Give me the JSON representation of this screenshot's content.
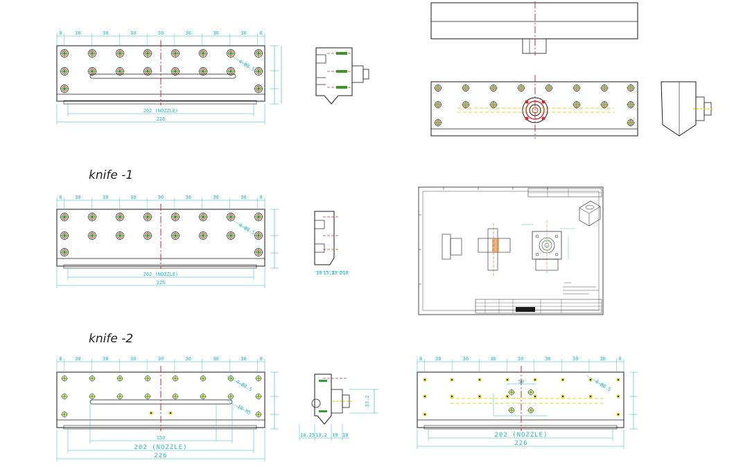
{
  "labels": {
    "knife1": "knife -1",
    "knife2": "knife -2"
  },
  "view1": {
    "top_dims": [
      "8",
      "30",
      "30",
      "30",
      "30",
      "30",
      "30",
      "30",
      "8"
    ],
    "nozzle": "202 (NOZZLE)",
    "overall": "226",
    "callout": "4-Ø8.5"
  },
  "view2": {
    "top_dims": [
      "8",
      "30",
      "30",
      "30",
      "30",
      "30",
      "30",
      "30",
      "8"
    ],
    "nozzle": "202 (NOZZLE)",
    "overall": "226",
    "callout": "4-Ø8.5",
    "side_dims": [
      "10",
      "15.2",
      "13",
      "Ø10"
    ]
  },
  "view3": {
    "top_dims": [
      "8",
      "30",
      "30",
      "30",
      "30",
      "30",
      "30",
      "30",
      "8"
    ],
    "nozzle": "202 (NOZZLE)",
    "overall": "226",
    "inner": "150",
    "callout1": "4-Ø8.5",
    "callout2": "10-M5",
    "side_height": "33.2",
    "side_bottom": [
      "10.25",
      "13.2",
      "10",
      "10"
    ]
  },
  "view4": {
    "top_dims": [
      "8",
      "30",
      "30",
      "30",
      "30",
      "30",
      "30",
      "30",
      "8"
    ],
    "nozzle": "202 (NOZZLE)",
    "overall": "226",
    "callout": "4-Ø8.5",
    "center": "50"
  },
  "colors": {
    "outline": "#1a1a1a",
    "dimension": "#1fb5c4",
    "center": "#e0202a",
    "hole_green": "#2aa52a",
    "hole_yellow": "#e6d21a",
    "hole_red": "#d8282a"
  }
}
